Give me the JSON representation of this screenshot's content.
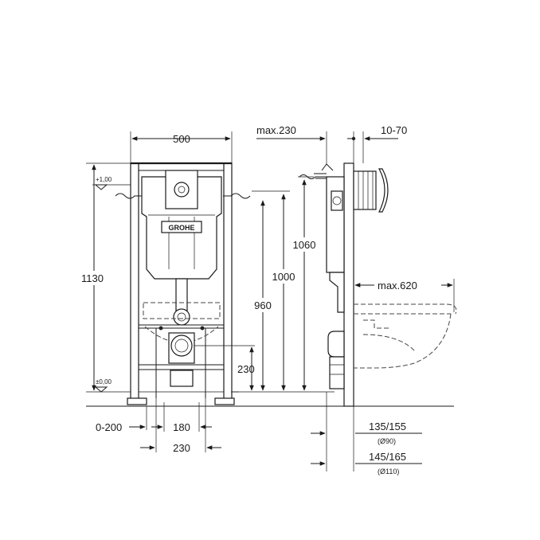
{
  "front": {
    "width": "500",
    "height_total": "1130",
    "level_top": "+1,00",
    "level_zero": "±0,00",
    "brand": "GROHE",
    "outlet_height": "230",
    "feet_adjust": "0-200",
    "drain_spacing_inner": "180",
    "drain_spacing_outer": "230"
  },
  "side": {
    "max_depth": "max.230",
    "wall_offset": "10-70",
    "height_1060": "1060",
    "height_1000": "1000",
    "height_960": "960",
    "max_bowl": "max.620",
    "pipe_90": "135/155",
    "pipe_90_dia": "(Ø90)",
    "pipe_110": "145/165",
    "pipe_110_dia": "(Ø110)"
  }
}
